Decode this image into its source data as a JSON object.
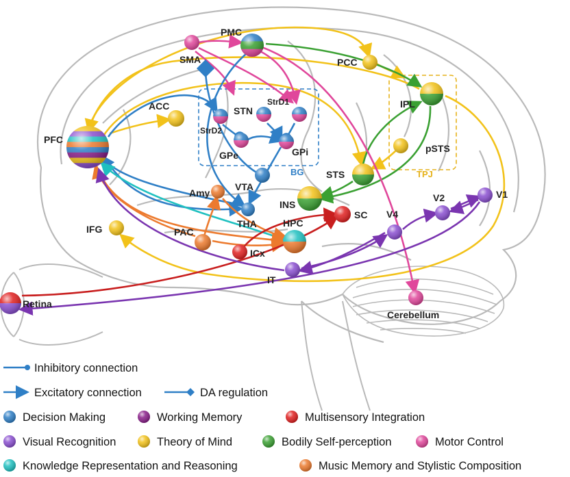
{
  "colors": {
    "decision": "#2f7fc6",
    "working_memory": "#8a1f8a",
    "multisensory": "#e02020",
    "visual": "#8a4fd0",
    "tom": "#f2c21a",
    "bodily": "#3aa032",
    "motor": "#e0479b",
    "knowledge": "#1fc0c0",
    "music": "#ec7a2e",
    "region_bg": "#2f7fc6",
    "region_tpj": "#e6b21a"
  },
  "regions": {
    "bg": "BG",
    "tpj": "TPJ"
  },
  "nodes": [
    {
      "id": "pmc",
      "label": "PMC",
      "kind": "multi",
      "icon": "sphere-icon"
    },
    {
      "id": "sma",
      "label": "SMA",
      "kind": "single",
      "color": "motor",
      "icon": "sphere-icon"
    },
    {
      "id": "pcc",
      "label": "PCC",
      "kind": "single",
      "color": "tom",
      "icon": "sphere-icon"
    },
    {
      "id": "ipl",
      "label": "IPL",
      "kind": "multi",
      "icon": "sphere-icon"
    },
    {
      "id": "acc",
      "label": "ACC",
      "kind": "single",
      "color": "tom",
      "icon": "sphere-icon"
    },
    {
      "id": "stn",
      "label": "STN",
      "kind": "multi",
      "icon": "sphere-icon"
    },
    {
      "id": "strd1",
      "label": "StrD1",
      "kind": "multi",
      "icon": "sphere-icon"
    },
    {
      "id": "strd2",
      "label": "StrD2",
      "kind": "multi",
      "icon": "sphere-icon"
    },
    {
      "id": "gpe",
      "label": "GPe",
      "kind": "multi",
      "icon": "sphere-icon"
    },
    {
      "id": "gpi",
      "label": "GPi",
      "kind": "multi",
      "icon": "sphere-icon"
    },
    {
      "id": "pfc",
      "label": "PFC",
      "kind": "multi",
      "icon": "sphere-icon"
    },
    {
      "id": "psts",
      "label": "pSTS",
      "kind": "single",
      "color": "tom",
      "icon": "sphere-icon"
    },
    {
      "id": "sts",
      "label": "STS",
      "kind": "multi",
      "icon": "sphere-icon"
    },
    {
      "id": "vta",
      "label": "VTA",
      "kind": "single",
      "color": "decision",
      "icon": "sphere-icon"
    },
    {
      "id": "amy",
      "label": "Amy",
      "kind": "single",
      "color": "music",
      "icon": "sphere-icon"
    },
    {
      "id": "ins",
      "label": "INS",
      "kind": "multi",
      "icon": "sphere-icon"
    },
    {
      "id": "tha",
      "label": "THA",
      "kind": "single",
      "color": "decision",
      "icon": "sphere-icon"
    },
    {
      "id": "sc",
      "label": "SC",
      "kind": "single",
      "color": "multisensory",
      "icon": "sphere-icon"
    },
    {
      "id": "v4",
      "label": "V4",
      "kind": "single",
      "color": "visual",
      "icon": "sphere-icon"
    },
    {
      "id": "v2",
      "label": "V2",
      "kind": "single",
      "color": "visual",
      "icon": "sphere-icon"
    },
    {
      "id": "v1",
      "label": "V1",
      "kind": "single",
      "color": "visual",
      "icon": "sphere-icon"
    },
    {
      "id": "ifg",
      "label": "IFG",
      "kind": "single",
      "color": "tom",
      "icon": "sphere-icon"
    },
    {
      "id": "pac",
      "label": "PAC",
      "kind": "single",
      "color": "music",
      "icon": "sphere-icon"
    },
    {
      "id": "hpc",
      "label": "HPC",
      "kind": "multi",
      "icon": "sphere-icon"
    },
    {
      "id": "icx",
      "label": "ICx",
      "kind": "single",
      "color": "multisensory",
      "icon": "sphere-icon"
    },
    {
      "id": "it",
      "label": "IT",
      "kind": "single",
      "color": "visual",
      "icon": "sphere-icon"
    },
    {
      "id": "retina",
      "label": "Retina",
      "kind": "multi",
      "icon": "sphere-icon"
    },
    {
      "id": "cerebellum",
      "label": "Cerebellum",
      "kind": "single",
      "color": "motor",
      "icon": "sphere-icon"
    }
  ],
  "legend": {
    "connections": {
      "inhibitory": "Inhibitory connection",
      "excitatory": "Excitatory connection",
      "da": "DA regulation"
    },
    "functions": [
      {
        "label": "Decision Making",
        "color": "decision",
        "icon": "blue-sphere-icon"
      },
      {
        "label": "Working Memory",
        "color": "working_memory",
        "icon": "purple-sphere-icon"
      },
      {
        "label": "Multisensory Integration",
        "color": "multisensory",
        "icon": "red-sphere-icon"
      },
      {
        "label": "Visual Recognition",
        "color": "visual",
        "icon": "violet-sphere-icon"
      },
      {
        "label": "Theory of Mind",
        "color": "tom",
        "icon": "yellow-sphere-icon"
      },
      {
        "label": "Bodily Self-perception",
        "color": "bodily",
        "icon": "green-sphere-icon"
      },
      {
        "label": "Motor Control",
        "color": "motor",
        "icon": "pink-sphere-icon"
      },
      {
        "label": "Knowledge Representation and Reasoning",
        "color": "knowledge",
        "icon": "cyan-sphere-icon"
      },
      {
        "label": "Music Memory and Stylistic Composition",
        "color": "music",
        "icon": "orange-sphere-icon"
      }
    ]
  }
}
